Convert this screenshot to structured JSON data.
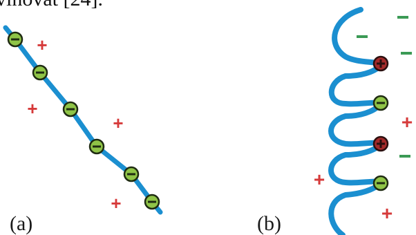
{
  "header": {
    "text": "vinovat [24]."
  },
  "panel_a": {
    "label": "(a)"
  },
  "panel_b": {
    "label": "(b)"
  },
  "colors": {
    "polymer": "#1b8fd0",
    "negative_ion": "#8fc447",
    "positive_ion": "#a32a2a",
    "plus_sign": "#d63a3a",
    "minus_sign": "#3b9a55"
  }
}
